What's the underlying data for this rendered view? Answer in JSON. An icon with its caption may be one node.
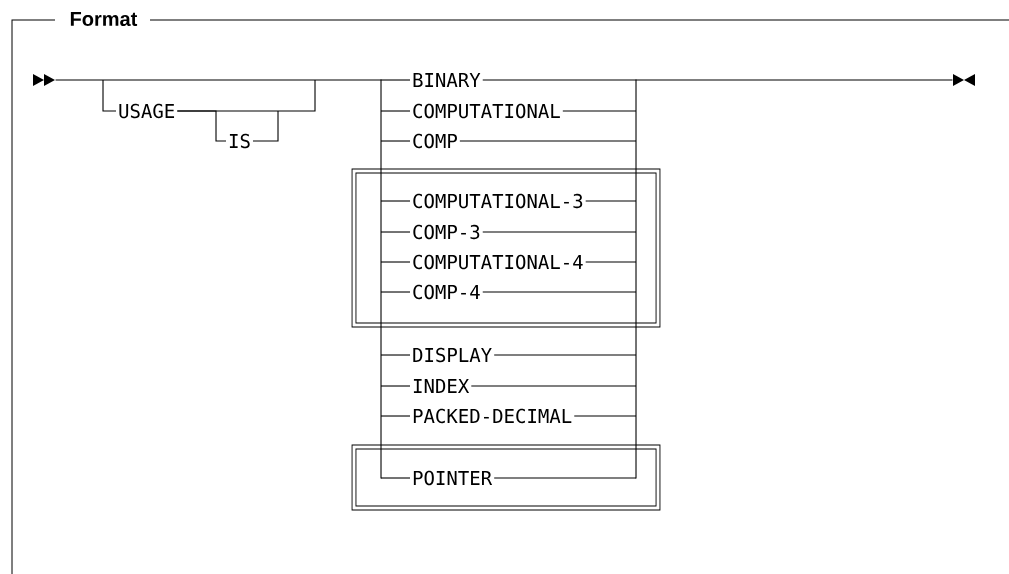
{
  "diagram": {
    "title": "Format",
    "nodes": [
      {
        "text": [
          "USAGE"
        ]
      },
      {
        "text": [
          "IS"
        ]
      },
      {
        "text": [
          "BINARY"
        ]
      },
      {
        "text": [
          "COMPUTATIONAL"
        ]
      },
      {
        "text": [
          "COMP"
        ]
      },
      {
        "text": [],
        "shape": "box"
      },
      {
        "text": [
          "COMPUTATIONAL-3"
        ],
        "in": 5
      },
      {
        "text": [
          "COMP-3"
        ],
        "in": 5
      },
      {
        "text": [
          "COMPUTATIONAL-4"
        ],
        "in": 5
      },
      {
        "text": [
          "COMP-4"
        ],
        "in": 5
      },
      {
        "text": [
          "DISPLAY"
        ]
      },
      {
        "text": [
          "INDEX"
        ]
      },
      {
        "text": [
          "PACKED-DECIMAL"
        ]
      },
      {
        "text": [],
        "shape": "box"
      },
      {
        "text": [
          "POINTER"
        ],
        "in": 13
      },
      {
        "text": [],
        "shape": "bar"
      },
      {
        "text": [],
        "shape": "bar"
      },
      {
        "text": [],
        "shape": "triangle"
      },
      {
        "text": [],
        "shape": "triangle"
      }
    ],
    "edges": [
      {
        "from": 17,
        "to": 15,
        "arrow": "none"
      },
      {
        "from": null,
        "to": 0,
        "arrow": "none"
      },
      {
        "from": 0,
        "to": 1,
        "arrow": "none"
      },
      {
        "from": 0,
        "to": null,
        "arrow": "none"
      },
      {
        "from": 1,
        "to": null,
        "arrow": "none"
      },
      {
        "from": 15,
        "to": 2,
        "arrow": "none"
      },
      {
        "from": 15,
        "to": 3,
        "arrow": "none"
      },
      {
        "from": 15,
        "to": 4,
        "arrow": "none"
      },
      {
        "from": 15,
        "to": 6,
        "arrow": "none"
      },
      {
        "from": 15,
        "to": 7,
        "arrow": "none"
      },
      {
        "from": 15,
        "to": 8,
        "arrow": "none"
      },
      {
        "from": 15,
        "to": 9,
        "arrow": "none"
      },
      {
        "from": 15,
        "to": 10,
        "arrow": "none"
      },
      {
        "from": 15,
        "to": 11,
        "arrow": "none"
      },
      {
        "from": 15,
        "to": 12,
        "arrow": "none"
      },
      {
        "from": 15,
        "to": 14,
        "arrow": "none"
      },
      {
        "from": 2,
        "to": 16,
        "arrow": "none"
      },
      {
        "from": 3,
        "to": 16,
        "arrow": "none"
      },
      {
        "from": 4,
        "to": 16,
        "arrow": "none"
      },
      {
        "from": 6,
        "to": 16,
        "arrow": "none"
      },
      {
        "from": 7,
        "to": 16,
        "arrow": "none"
      },
      {
        "from": 8,
        "to": 16,
        "arrow": "none"
      },
      {
        "from": 9,
        "to": 16,
        "arrow": "none"
      },
      {
        "from": 10,
        "to": 16,
        "arrow": "none"
      },
      {
        "from": 11,
        "to": 16,
        "arrow": "none"
      },
      {
        "from": 12,
        "to": 16,
        "arrow": "none"
      },
      {
        "from": 14,
        "to": 16,
        "arrow": "none"
      },
      {
        "from": 16,
        "to": 18,
        "arrow": "none"
      }
    ]
  }
}
